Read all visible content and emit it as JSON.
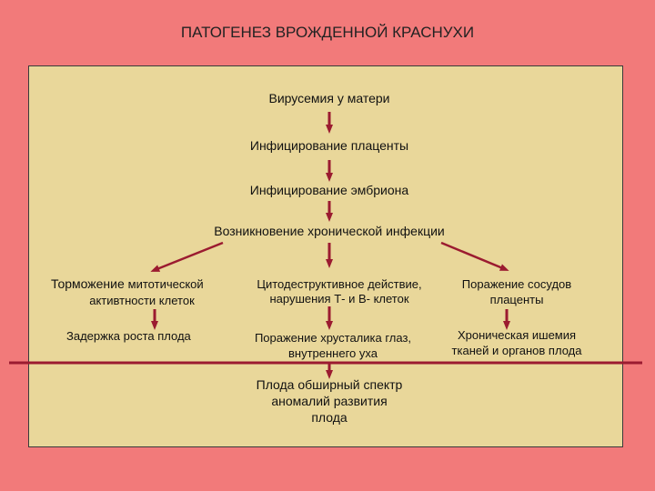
{
  "title": "ПАТОГЕНЕЗ ВРОЖДЕННОЙ КРАСНУХИ",
  "chain": {
    "step1": "Вирусемия у матери",
    "step2": "Инфицирование плаценты",
    "step3": "Инфицирование эмбриона",
    "step4": "Возникновение хронической инфекции"
  },
  "left_branch": {
    "line1_main": "Торможение ",
    "line1_small": "митотической",
    "line2": "активтности клеток",
    "result": "Задержка роста плода"
  },
  "center_branch": {
    "line1": "Цитодеструктивное действие,",
    "line2": "нарушения Т- и В- клеток",
    "result_line1": "Поражение хрусталика глаз,",
    "result_line2": "внутреннего уха"
  },
  "right_branch": {
    "line1": "Поражение сосудов",
    "line2": "плаценты",
    "result_line1": "Хроническая ишемия",
    "result_line2": "тканей и органов плода"
  },
  "outcome": {
    "line1": "Плода обширный спектр",
    "line2": "аномалий развития",
    "line3": "плода"
  },
  "colors": {
    "background": "#f27a7a",
    "panel": "#e9d79a",
    "arrow": "#9b1b30"
  }
}
